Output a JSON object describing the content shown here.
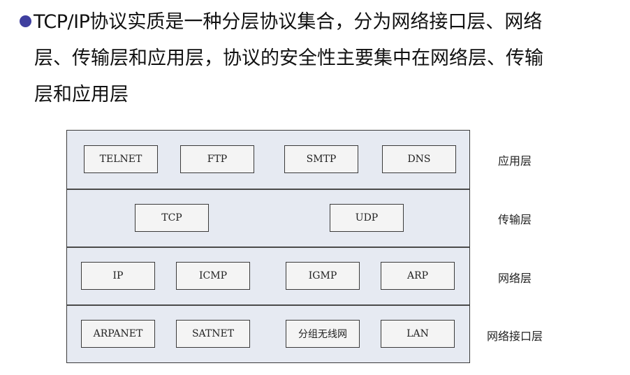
{
  "intro": {
    "line1_lead": "TCP/IP",
    "line1_rest": "协议实质是一种分层协议集合，分为网络接口层、网络",
    "line2": "层、传输层和应用层，协议的安全性主要集中在网络层、传输",
    "line3": "层和应用层"
  },
  "diagram": {
    "layers": [
      {
        "name": "应用层",
        "protocols": [
          "TELNET",
          "FTP",
          "SMTP",
          "DNS"
        ]
      },
      {
        "name": "传输层",
        "protocols": [
          "TCP",
          "UDP"
        ]
      },
      {
        "name": "网络层",
        "protocols": [
          "IP",
          "ICMP",
          "IGMP",
          "ARP"
        ]
      },
      {
        "name": "网络接口层",
        "protocols": [
          "ARPANET",
          "SATNET",
          "分组无线网",
          "LAN"
        ]
      }
    ]
  }
}
